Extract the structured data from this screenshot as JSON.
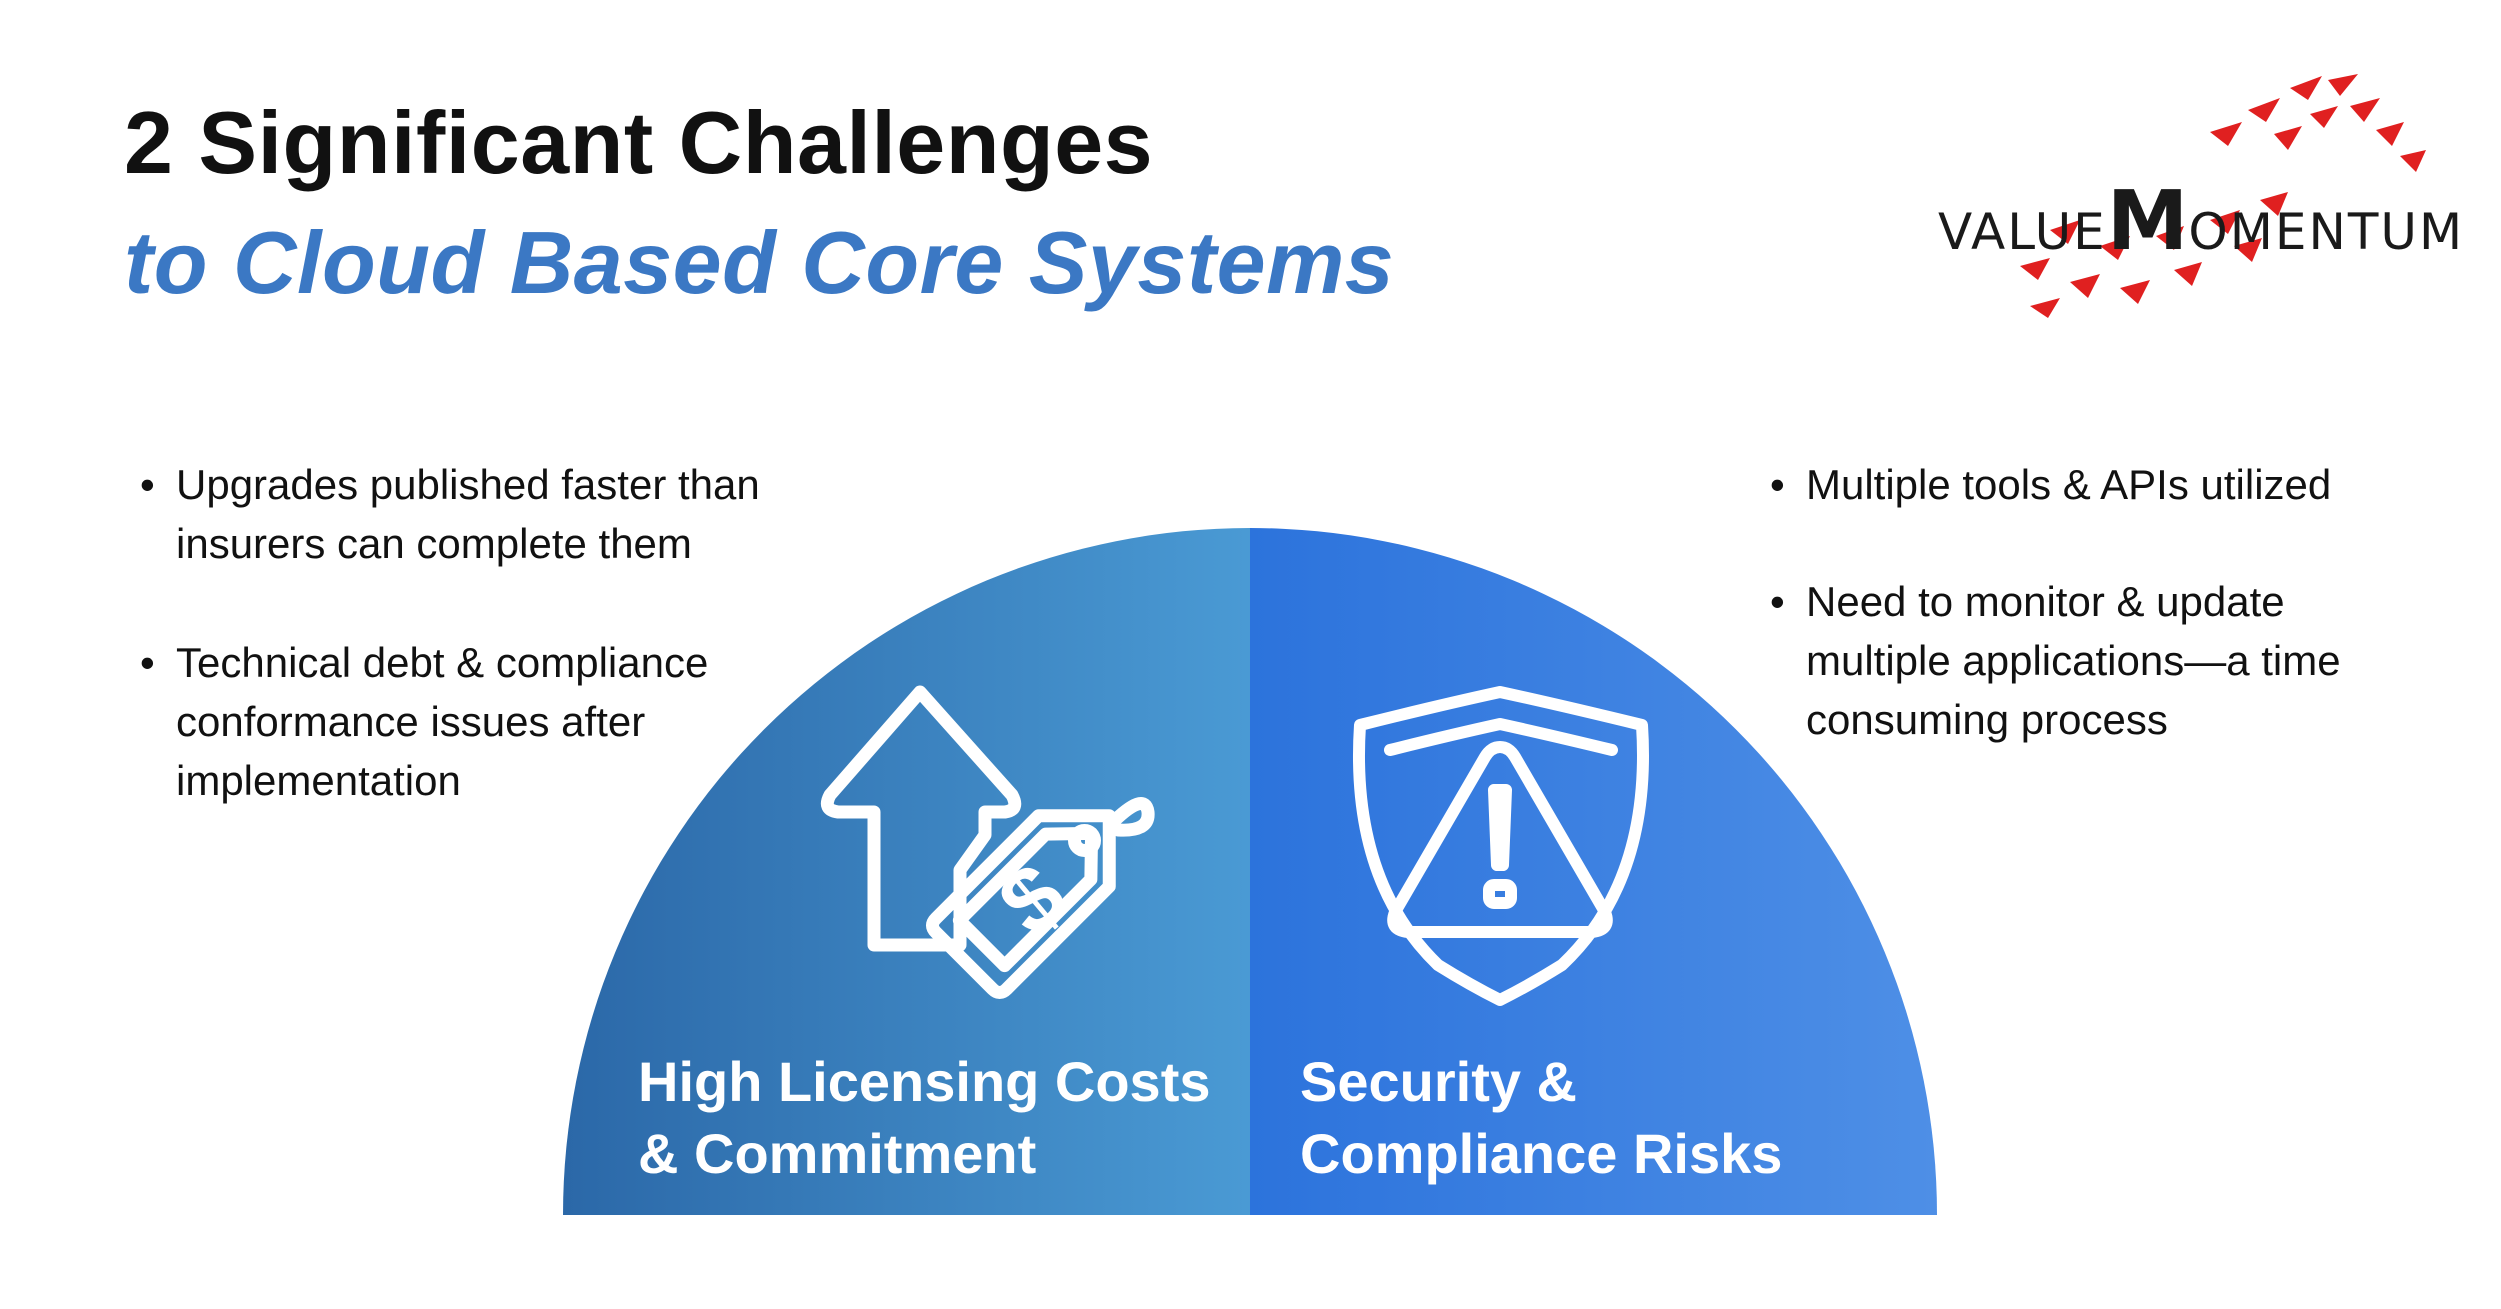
{
  "title": {
    "line1": "2 Significant Challenges",
    "line2": "to Cloud Based Core Systems"
  },
  "logo": {
    "part1": "VALUE",
    "part2": "M",
    "part3": "OMENTUM",
    "accent_color": "#e02020"
  },
  "left_bullets": [
    {
      "line1": "Upgrades published faster than",
      "line2": "insurers can complete them"
    },
    {
      "line1": "Technical debt & compliance",
      "line2": "conformance issues after",
      "line3": "implementation"
    }
  ],
  "right_bullets": [
    {
      "line1": "Multiple tools & APIs utilized"
    },
    {
      "line1": "Need to monitor & update",
      "line2": "multiple applications—a time",
      "line3": "consuming process"
    }
  ],
  "segments": [
    {
      "line1": "High Licensing Costs",
      "line2": "& Commitment",
      "icon": "price-increase-icon",
      "color_start": "#2b68a8",
      "color_end": "#4a9ad4"
    },
    {
      "line1": "Security &",
      "line2": "Compliance Risks",
      "icon": "shield-warning-icon",
      "color_start": "#2c73dc",
      "color_end": "#4e8fe6"
    }
  ],
  "bullet_char": "•"
}
